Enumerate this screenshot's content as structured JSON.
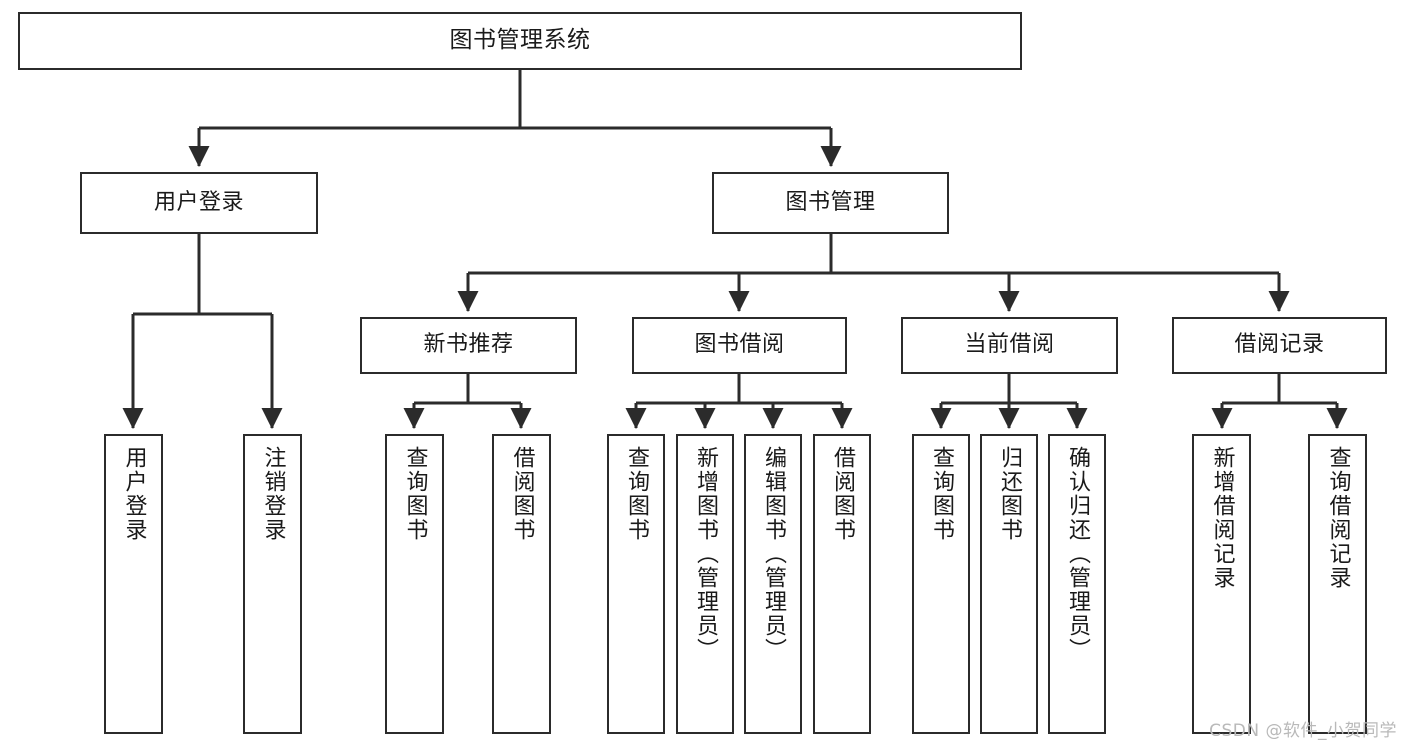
{
  "diagram": {
    "title": "图书管理系统",
    "type": "tree-hierarchy-diagram",
    "watermark": "CSDN @软件_小贺同学",
    "colors": {
      "box_border": "#2b2b2b",
      "box_fill": "#ffffff",
      "connector": "#2b2b2b",
      "text": "#1a1a1a",
      "watermark": "#b9b9b9"
    },
    "nodes": {
      "root": {
        "label": "图书管理系统",
        "orientation": "horizontal"
      },
      "level1": [
        {
          "id": "user-login",
          "label": "用户登录",
          "orientation": "horizontal"
        },
        {
          "id": "book-management",
          "label": "图书管理",
          "orientation": "horizontal"
        }
      ],
      "level2": [
        {
          "id": "new-book-recommend",
          "label": "新书推荐",
          "orientation": "horizontal"
        },
        {
          "id": "book-borrow",
          "label": "图书借阅",
          "orientation": "horizontal"
        },
        {
          "id": "current-borrow",
          "label": "当前借阅",
          "orientation": "horizontal"
        },
        {
          "id": "borrow-record",
          "label": "借阅记录",
          "orientation": "horizontal"
        }
      ],
      "leaves": {
        "user_login": [
          {
            "id": "leaf-user-login",
            "label": "用户登录",
            "orientation": "vertical"
          },
          {
            "id": "leaf-logout-login",
            "label": "注销登录",
            "orientation": "vertical"
          }
        ],
        "new_book_recommend": [
          {
            "id": "leaf-query-book-1",
            "label": "查询图书",
            "orientation": "vertical"
          },
          {
            "id": "leaf-borrow-book-1",
            "label": "借阅图书",
            "orientation": "vertical"
          }
        ],
        "book_borrow": [
          {
            "id": "leaf-query-book-2",
            "label": "查询图书",
            "orientation": "vertical"
          },
          {
            "id": "leaf-add-book-admin",
            "label": "新增图书（管理员）",
            "orientation": "vertical"
          },
          {
            "id": "leaf-edit-book-admin",
            "label": "编辑图书（管理员）",
            "orientation": "vertical"
          },
          {
            "id": "leaf-borrow-book-2",
            "label": "借阅图书",
            "orientation": "vertical"
          }
        ],
        "current_borrow": [
          {
            "id": "leaf-query-book-3",
            "label": "查询图书",
            "orientation": "vertical"
          },
          {
            "id": "leaf-return-book",
            "label": "归还图书",
            "orientation": "vertical"
          },
          {
            "id": "leaf-confirm-return-admin",
            "label": "确认归还（管理员）",
            "orientation": "vertical"
          }
        ],
        "borrow_record": [
          {
            "id": "leaf-add-borrow-record",
            "label": "新增借阅记录",
            "orientation": "vertical"
          },
          {
            "id": "leaf-query-borrow-record",
            "label": "查询借阅记录",
            "orientation": "vertical"
          }
        ]
      }
    }
  }
}
